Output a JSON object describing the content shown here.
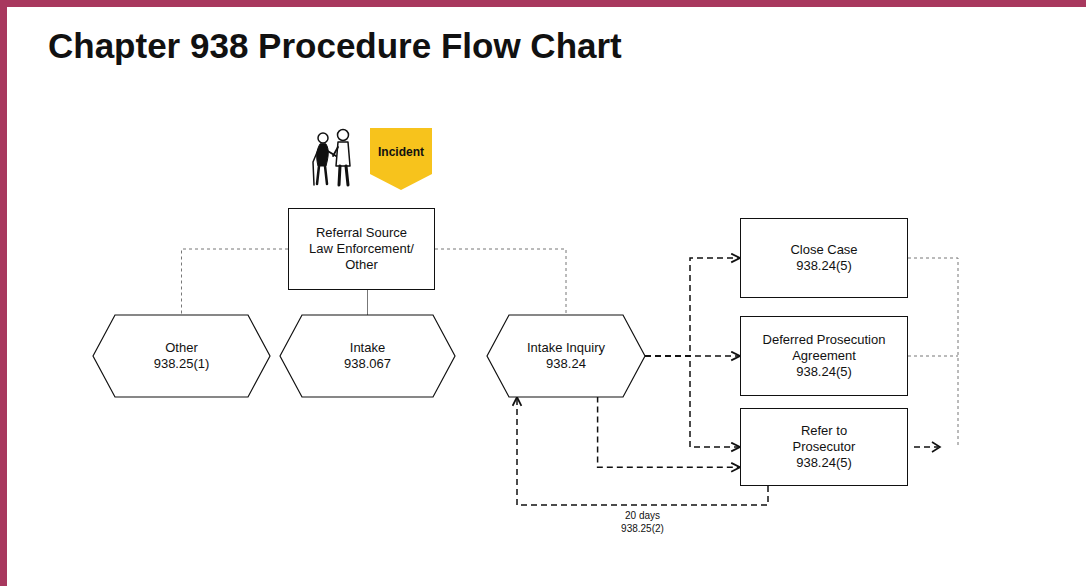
{
  "diagram": {
    "title": "Chapter 938 Procedure Flow Chart",
    "nodes": [
      {
        "text": [
          "Incident"
        ]
      },
      {
        "text": [
          "Referral Source Law Enforcement/ Other"
        ]
      },
      {
        "text": [
          "Other",
          "938.25(1)"
        ]
      },
      {
        "text": [
          "Intake",
          "938.067"
        ]
      },
      {
        "text": [
          "Intake Inquiry",
          "938.24"
        ]
      },
      {
        "text": [
          "Close Case",
          "938.24(5)"
        ]
      },
      {
        "text": [
          "Deferred Prosecution Agreement",
          "938.24(5)"
        ]
      },
      {
        "text": [
          "Refer to Prosecutor",
          "938.24(5)"
        ]
      }
    ],
    "edges": [
      {
        "from": 1,
        "to": 2,
        "arrow": "none"
      },
      {
        "from": 1,
        "to": 3,
        "arrow": "none"
      },
      {
        "from": 1,
        "to": 4,
        "arrow": "none"
      },
      {
        "from": 4,
        "to": 5,
        "arrow": "to"
      },
      {
        "from": 4,
        "to": 6,
        "arrow": "to"
      },
      {
        "from": 4,
        "to": 7,
        "arrow": "to"
      },
      {
        "from": 4,
        "to": 7,
        "arrow": "to"
      },
      {
        "from": 7,
        "to": 4,
        "arrow": "to",
        "label": "20 days 938.25(2)"
      }
    ]
  }
}
